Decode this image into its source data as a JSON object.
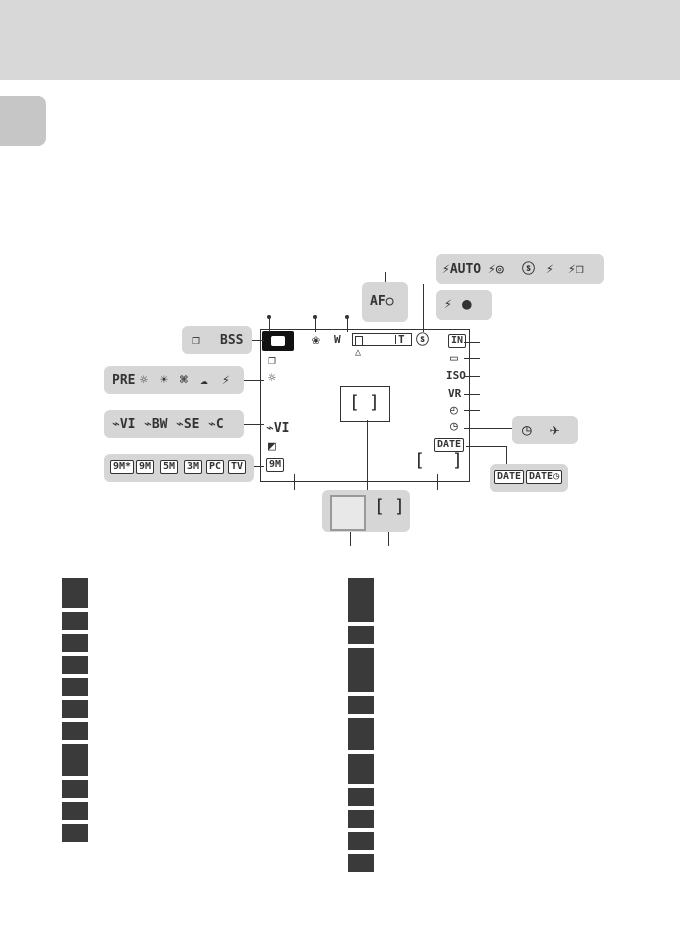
{
  "flash_modes": [
    "⚡AUTO",
    "⚡◎",
    "ⓢ",
    "⚡",
    "⚡❒"
  ],
  "flash_status": [
    "⚡",
    "●"
  ],
  "af_indicator": "AF○",
  "continuous_modes": [
    "❐",
    "BSS"
  ],
  "wb_modes": [
    "PRE",
    "☼",
    "☀",
    "⌘",
    "☁",
    "⚡"
  ],
  "color_modes": [
    "⌁VI",
    "⌁BW",
    "⌁SE",
    "⌁C"
  ],
  "image_modes": [
    "9M*",
    "9M",
    "5M",
    "3M",
    "PC",
    "TV"
  ],
  "date_modes": [
    "DATE",
    "DATE◷"
  ],
  "clock_modes": [
    "◷",
    "✈"
  ],
  "lcd": {
    "zoom_w": "W",
    "zoom_t": "T",
    "memory": "IN",
    "battery": "▭",
    "iso": "ISO",
    "vr": "VR",
    "self_timer": "◴",
    "clock": "◷",
    "date": "DATE",
    "color_mode": "⌁VI",
    "exposure": "◩",
    "image_mode": "9M",
    "continuous": "❐",
    "wb": "☼",
    "macro": "❀",
    "flash": "ⓢ"
  }
}
